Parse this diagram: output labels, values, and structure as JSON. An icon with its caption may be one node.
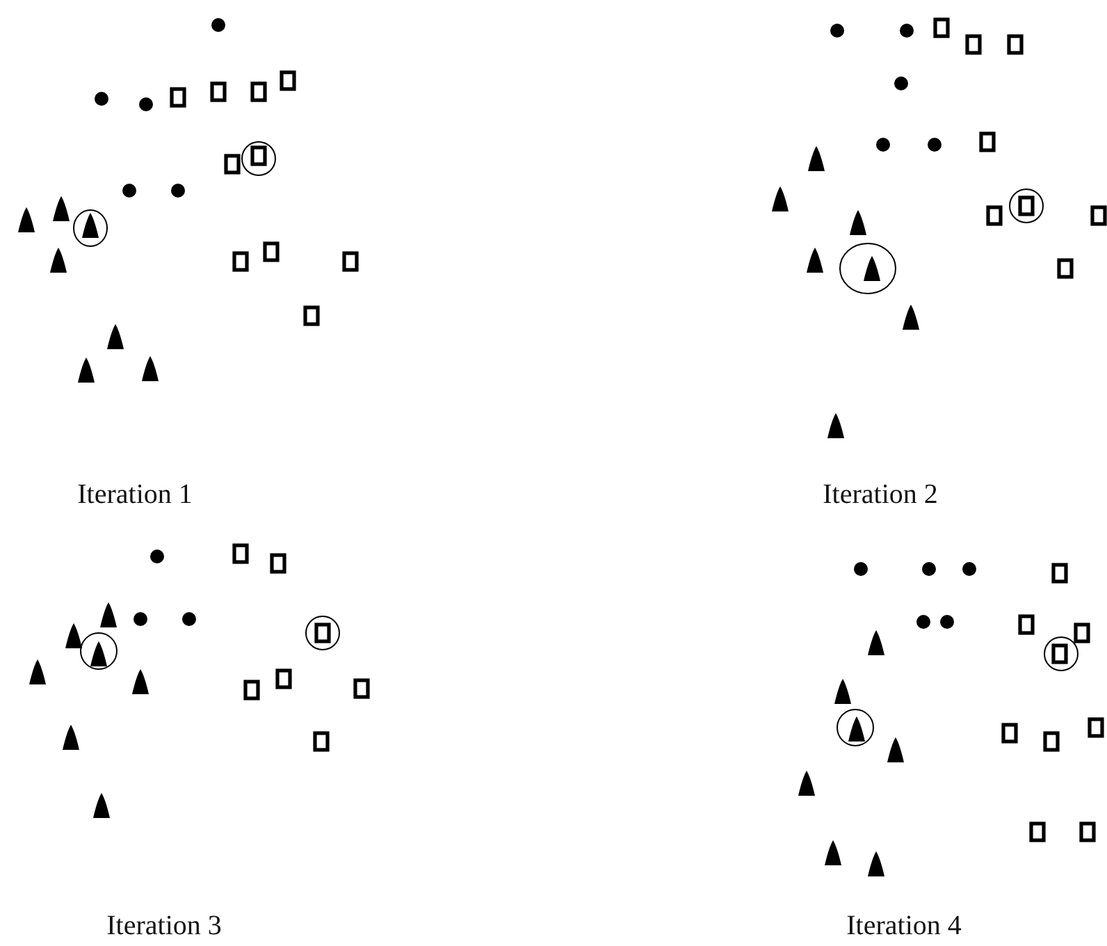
{
  "diagram": {
    "labels": [
      "Iteration 1",
      "Iteration 2",
      "Iteration 3",
      "Iteration 4"
    ]
  }
}
